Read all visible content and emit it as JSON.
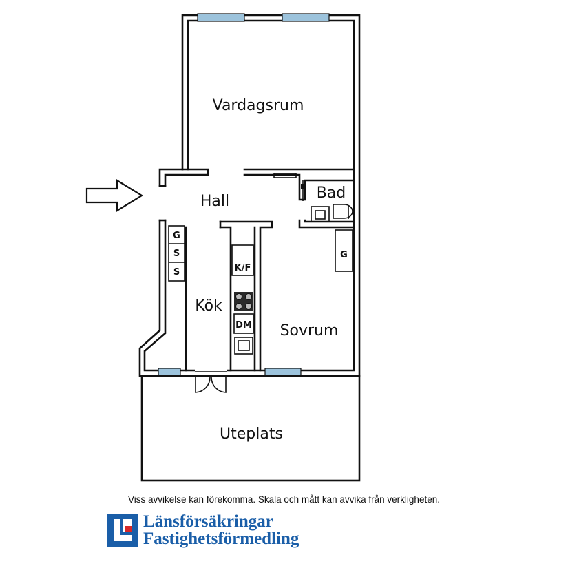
{
  "plan": {
    "rooms": {
      "vardagsrum": "Vardagsrum",
      "hall": "Hall",
      "bad": "Bad",
      "kok": "Kök",
      "sovrum": "Sovrum",
      "uteplats": "Uteplats"
    },
    "units": {
      "g1": "G",
      "s1": "S",
      "s2": "S",
      "kf": "K/F",
      "dm": "DM",
      "g2": "G"
    }
  },
  "disclaimer": "Viss avvikelse kan förekomma. Skala och mått kan avvika från verkligheten.",
  "brand": {
    "line1": "Länsförsäkringar",
    "line2": "Fastighetsförmedling",
    "color": "#1a5ea8",
    "accent": "#d62828"
  },
  "icons": {
    "entrance": "entrance-arrow-icon",
    "logo": "lansforsakringar-logo-icon"
  }
}
